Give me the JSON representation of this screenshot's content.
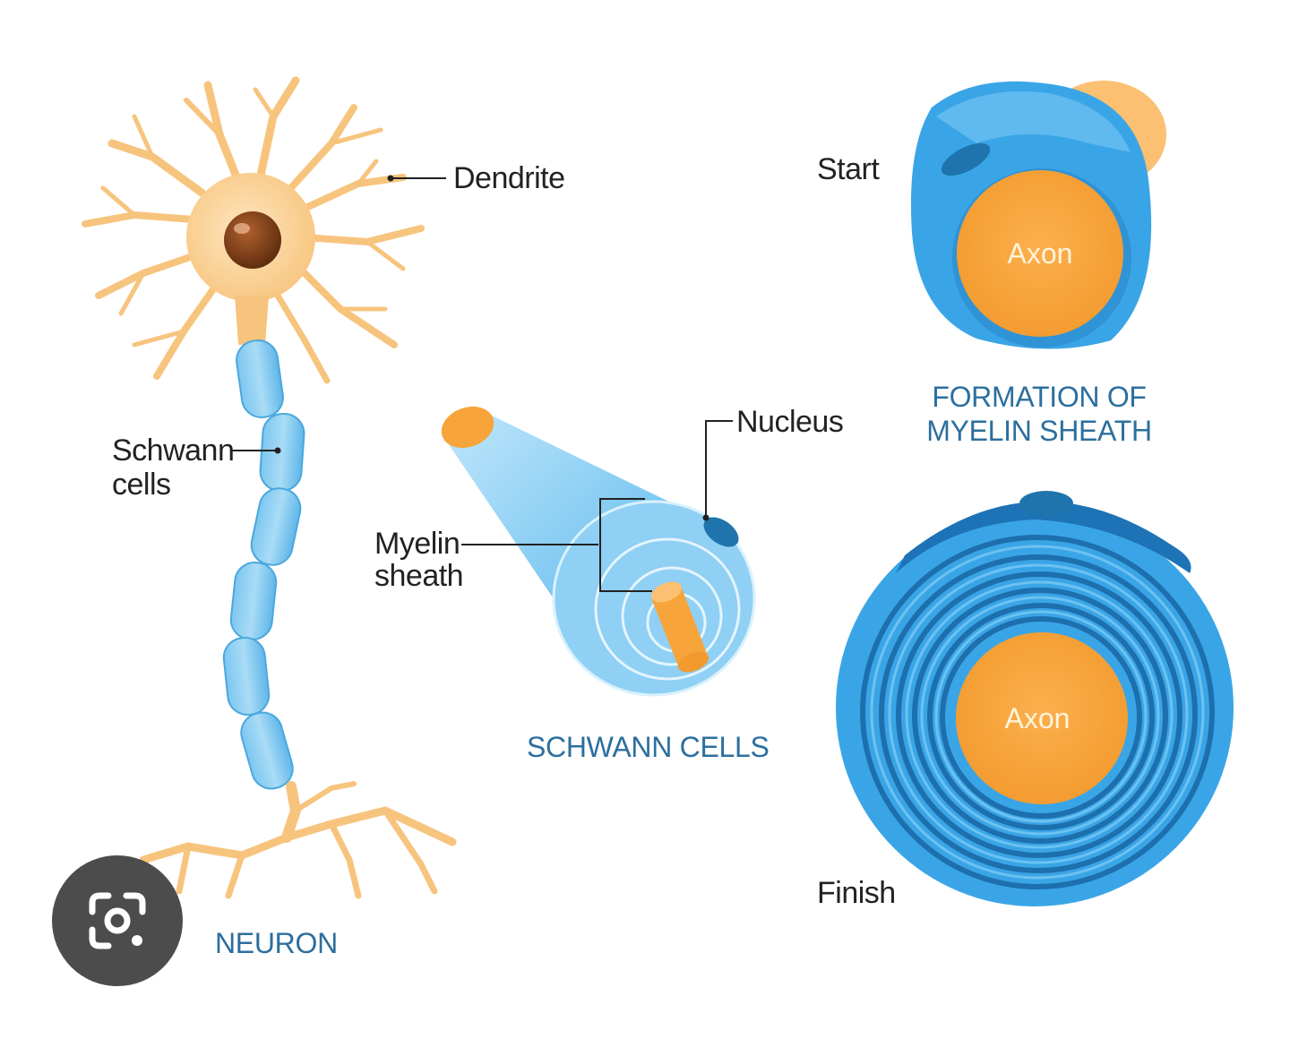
{
  "labels": {
    "dendrite": "Dendrite",
    "schwann_cells_line1": "Schwann",
    "schwann_cells_line2": "cells",
    "myelin_line1": "Myelin",
    "myelin_line2": "sheath",
    "nucleus": "Nucleus",
    "start": "Start",
    "finish": "Finish",
    "axon_top": "Axon",
    "axon_bottom": "Axon"
  },
  "captions": {
    "neuron": "NEURON",
    "schwann": "SCHWANN CELLS",
    "formation_line1": "FORMATION OF",
    "formation_line2": "MYELIN SHEATH"
  },
  "icons": {
    "lens": "google-lens-icon"
  },
  "colors": {
    "neuron_orange": "#f7c47e",
    "axon_orange": "#f7a43a",
    "myelin_blue": "#3aa5e6",
    "caption_blue": "#2c6f9e"
  }
}
